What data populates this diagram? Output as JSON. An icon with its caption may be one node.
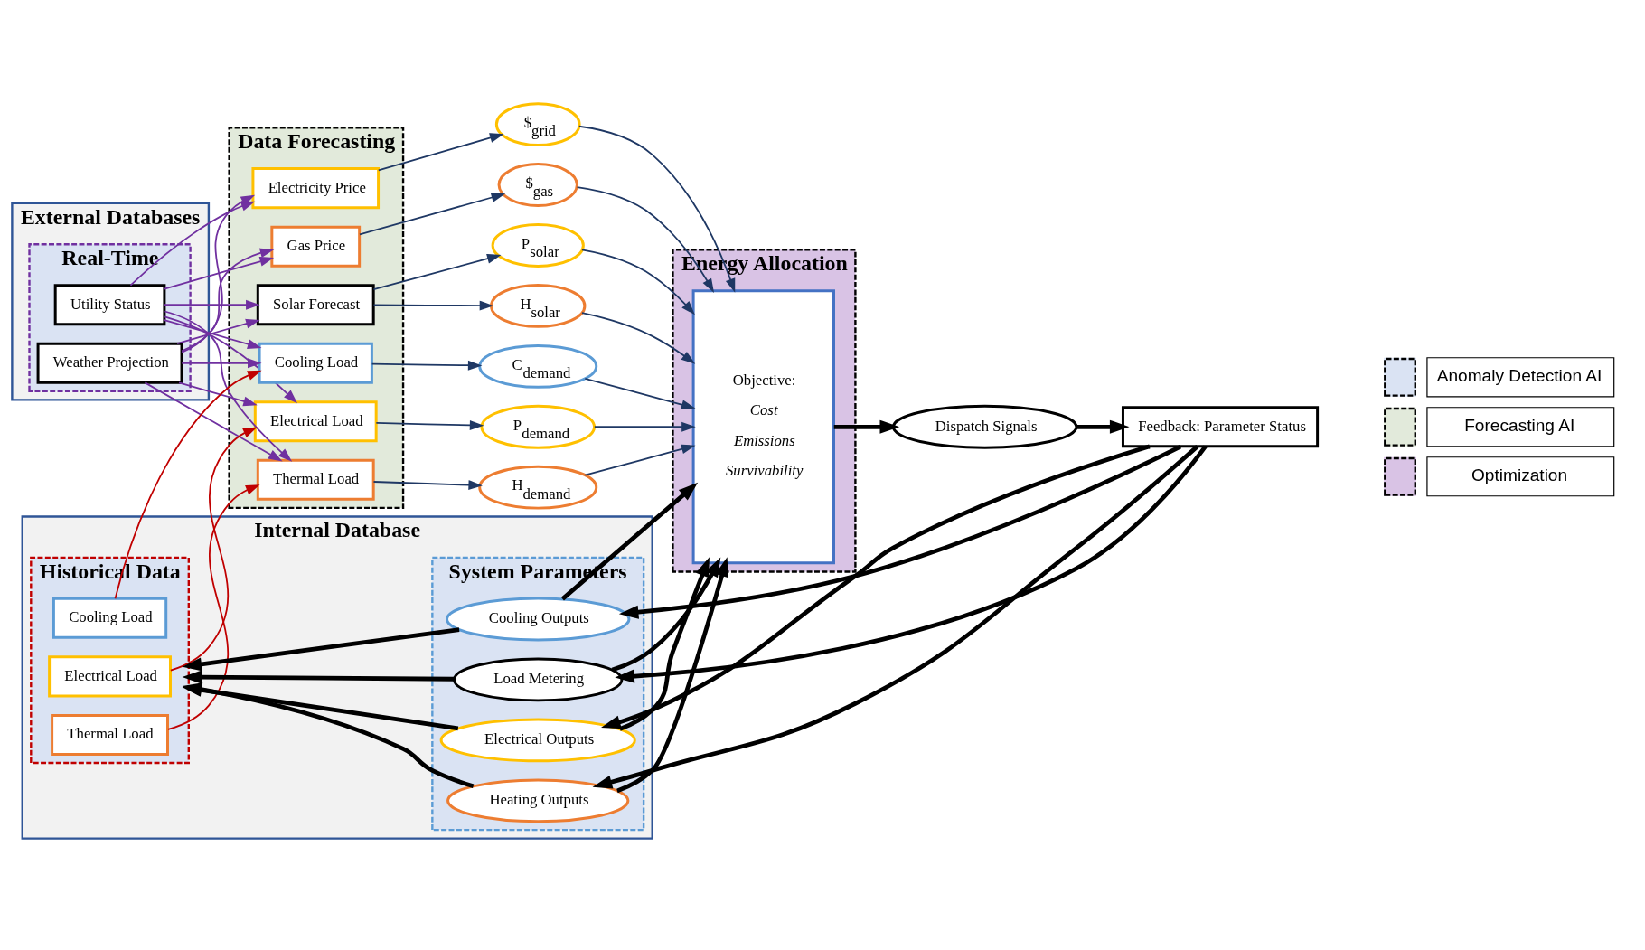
{
  "diagram": {
    "nodes": [
      {
        "text": [
          "External Databases"
        ]
      },
      {
        "text": [
          "Real-Time"
        ],
        "in": 0
      },
      {
        "text": [
          "Utility Status"
        ],
        "in": 1
      },
      {
        "text": [
          "Weather Projection"
        ],
        "in": 1
      },
      {
        "text": [
          "Internal Database"
        ]
      },
      {
        "text": [
          "Historical Data"
        ],
        "in": 4
      },
      {
        "text": [
          "Electrical Load"
        ],
        "in": 5
      },
      {
        "text": [
          "Thermal Load"
        ],
        "in": 5
      },
      {
        "text": [
          "Cooling Load"
        ],
        "in": 5
      },
      {
        "text": [
          "System Parameters"
        ],
        "in": 4
      },
      {
        "text": [
          "Electrical Outputs"
        ],
        "in": 9
      },
      {
        "text": [
          "Heating Outputs"
        ],
        "in": 9
      },
      {
        "text": [
          "Cooling Outputs"
        ],
        "in": 9
      },
      {
        "text": [
          "Load Metering"
        ],
        "in": 9
      },
      {
        "text": [
          "Data Forecasting"
        ]
      },
      {
        "text": [
          "Electricity Price"
        ],
        "in": 14
      },
      {
        "text": [
          "Gas Price"
        ],
        "in": 14
      },
      {
        "text": [
          "Solar Forecast"
        ],
        "in": 14
      },
      {
        "text": [
          "Electrical Load"
        ],
        "in": 14
      },
      {
        "text": [
          "Thermal Load"
        ],
        "in": 14
      },
      {
        "text": [
          "Cooling Load"
        ],
        "in": 14
      },
      {
        "text": [
          "$$_{grid}$"
        ]
      },
      {
        "text": [
          "$$_{gas}$"
        ]
      },
      {
        "text": [
          "P$_{solar}$"
        ]
      },
      {
        "text": [
          "H$_{solar}$"
        ]
      },
      {
        "text": [
          "P$_{demand}$"
        ]
      },
      {
        "text": [
          "H$_{demand}$"
        ]
      },
      {
        "text": [
          "C$_{demand}$"
        ]
      },
      {
        "text": [
          "Energy Allocation"
        ]
      },
      {
        "text": [
          "Objective:",
          "Cost",
          "Emissions",
          "Survivability"
        ],
        "in": 28
      },
      {
        "text": [
          "Dispatch Signals"
        ]
      },
      {
        "text": [
          "Feedback: Parameter Status"
        ]
      }
    ],
    "edges": [
      {
        "from": 2,
        "to": 15,
        "arrow": "to",
        "color": "#7030a0"
      },
      {
        "from": 2,
        "to": 16,
        "arrow": "to",
        "color": "#7030a0"
      },
      {
        "from": 2,
        "to": 17,
        "arrow": "to",
        "color": "#7030a0"
      },
      {
        "from": 2,
        "to": 18,
        "arrow": "to",
        "color": "#7030a0"
      },
      {
        "from": 2,
        "to": 19,
        "arrow": "to",
        "color": "#7030a0"
      },
      {
        "from": 2,
        "to": 20,
        "arrow": "to",
        "color": "#7030a0"
      },
      {
        "from": 3,
        "to": 15,
        "arrow": "to",
        "color": "#7030a0"
      },
      {
        "from": 3,
        "to": 16,
        "arrow": "to",
        "color": "#7030a0"
      },
      {
        "from": 3,
        "to": 17,
        "arrow": "to",
        "color": "#7030a0"
      },
      {
        "from": 3,
        "to": 18,
        "arrow": "to",
        "color": "#7030a0"
      },
      {
        "from": 3,
        "to": 19,
        "arrow": "to",
        "color": "#7030a0"
      },
      {
        "from": 3,
        "to": 20,
        "arrow": "to",
        "color": "#7030a0"
      },
      {
        "from": 6,
        "to": 18,
        "arrow": "to",
        "color": "#c00000"
      },
      {
        "from": 7,
        "to": 19,
        "arrow": "to",
        "color": "#c00000"
      },
      {
        "from": 8,
        "to": 20,
        "arrow": "to",
        "color": "#c00000"
      },
      {
        "from": 15,
        "to": 21,
        "arrow": "to",
        "color": "#1f3864"
      },
      {
        "from": 16,
        "to": 22,
        "arrow": "to",
        "color": "#1f3864"
      },
      {
        "from": 17,
        "to": 23,
        "arrow": "to",
        "color": "#1f3864"
      },
      {
        "from": 17,
        "to": 24,
        "arrow": "to",
        "color": "#1f3864"
      },
      {
        "from": 18,
        "to": 25,
        "arrow": "to",
        "color": "#1f3864"
      },
      {
        "from": 19,
        "to": 26,
        "arrow": "to",
        "color": "#1f3864"
      },
      {
        "from": 20,
        "to": 27,
        "arrow": "to",
        "color": "#1f3864"
      },
      {
        "from": 21,
        "to": 29,
        "arrow": "to",
        "color": "#1f3864"
      },
      {
        "from": 22,
        "to": 29,
        "arrow": "to",
        "color": "#1f3864"
      },
      {
        "from": 23,
        "to": 29,
        "arrow": "to",
        "color": "#1f3864"
      },
      {
        "from": 24,
        "to": 29,
        "arrow": "to",
        "color": "#1f3864"
      },
      {
        "from": 25,
        "to": 29,
        "arrow": "to",
        "color": "#1f3864"
      },
      {
        "from": 26,
        "to": 29,
        "arrow": "to",
        "color": "#1f3864"
      },
      {
        "from": 27,
        "to": 29,
        "arrow": "to",
        "color": "#1f3864"
      },
      {
        "from": 29,
        "to": 30,
        "arrow": "to",
        "style": "thick",
        "color": "#000000"
      },
      {
        "from": 30,
        "to": 31,
        "arrow": "to",
        "style": "thick",
        "color": "#000000"
      },
      {
        "from": 31,
        "to": 10,
        "arrow": "to",
        "style": "thick",
        "color": "#000000"
      },
      {
        "from": 31,
        "to": 11,
        "arrow": "to",
        "style": "thick",
        "color": "#000000"
      },
      {
        "from": 31,
        "to": 12,
        "arrow": "to",
        "style": "thick",
        "color": "#000000"
      },
      {
        "from": 31,
        "to": 13,
        "arrow": "to",
        "style": "thick",
        "color": "#000000"
      },
      {
        "from": 10,
        "to": 5,
        "arrow": "to",
        "style": "thick",
        "color": "#000000"
      },
      {
        "from": 11,
        "to": 5,
        "arrow": "to",
        "style": "thick",
        "color": "#000000"
      },
      {
        "from": 12,
        "to": 5,
        "arrow": "to",
        "style": "thick",
        "color": "#000000"
      },
      {
        "from": 13,
        "to": 5,
        "arrow": "to",
        "style": "thick",
        "color": "#000000"
      },
      {
        "from": 10,
        "to": 29,
        "arrow": "to",
        "style": "thick",
        "color": "#000000"
      },
      {
        "from": 11,
        "to": 29,
        "arrow": "to",
        "style": "thick",
        "color": "#000000"
      },
      {
        "from": 12,
        "to": 29,
        "arrow": "to",
        "style": "thick",
        "color": "#000000"
      },
      {
        "from": 13,
        "to": 29,
        "arrow": "to",
        "style": "thick",
        "color": "#000000"
      }
    ],
    "legend": [
      {
        "text": "Anomaly Detection AI",
        "color": "#dae3f3"
      },
      {
        "text": "Forecasting AI",
        "color": "#e2eadb"
      },
      {
        "text": "Optimization",
        "color": "#d9c3e5"
      }
    ]
  }
}
